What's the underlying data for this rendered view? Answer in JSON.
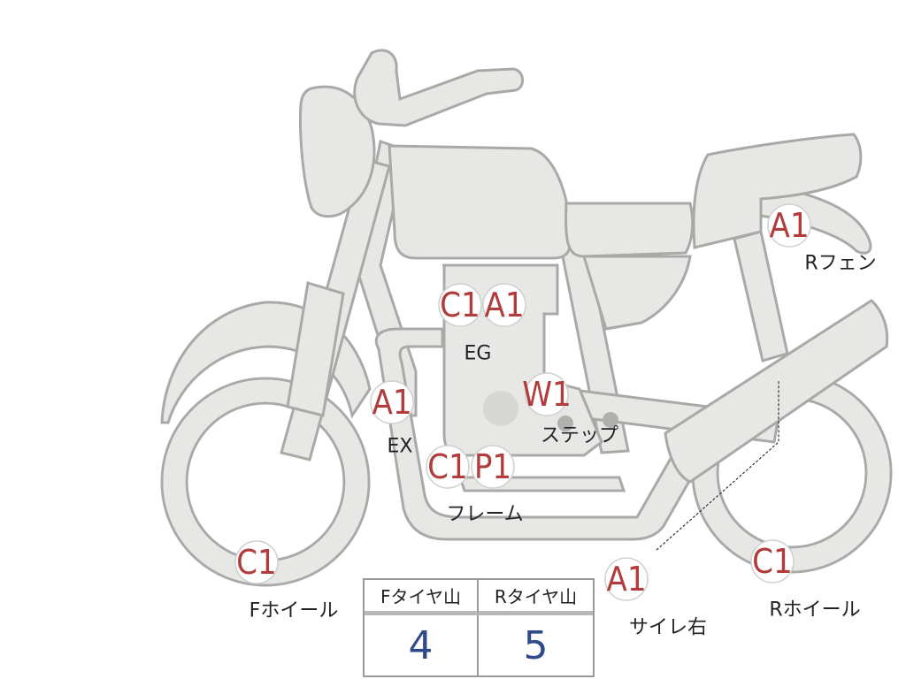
{
  "markers": [
    {
      "id": "rear-fender",
      "code": "A1",
      "label": "Rフェン"
    },
    {
      "id": "engine-c",
      "code": "C1",
      "label": ""
    },
    {
      "id": "engine-a",
      "code": "A1",
      "label": "EG"
    },
    {
      "id": "exhaust",
      "code": "A1",
      "label": "EX"
    },
    {
      "id": "step",
      "code": "W1",
      "label": "ステップ"
    },
    {
      "id": "frame-c",
      "code": "C1",
      "label": ""
    },
    {
      "id": "frame-p",
      "code": "P1",
      "label": "フレーム"
    },
    {
      "id": "front-wheel",
      "code": "C1",
      "label": "Fホイール"
    },
    {
      "id": "silencer-right",
      "code": "A1",
      "label": "サイレ右"
    },
    {
      "id": "rear-wheel",
      "code": "C1",
      "label": "Rホイール"
    }
  ],
  "tread": {
    "front_header": "Fタイヤ山",
    "rear_header": "Rタイヤ山",
    "front_value": "4",
    "rear_value": "5"
  },
  "colors": {
    "part_fill": "#e7e7e5",
    "part_stroke": "#a9aaa8",
    "code_text": "#b23b3b",
    "tread_value": "#2f4a8a"
  }
}
